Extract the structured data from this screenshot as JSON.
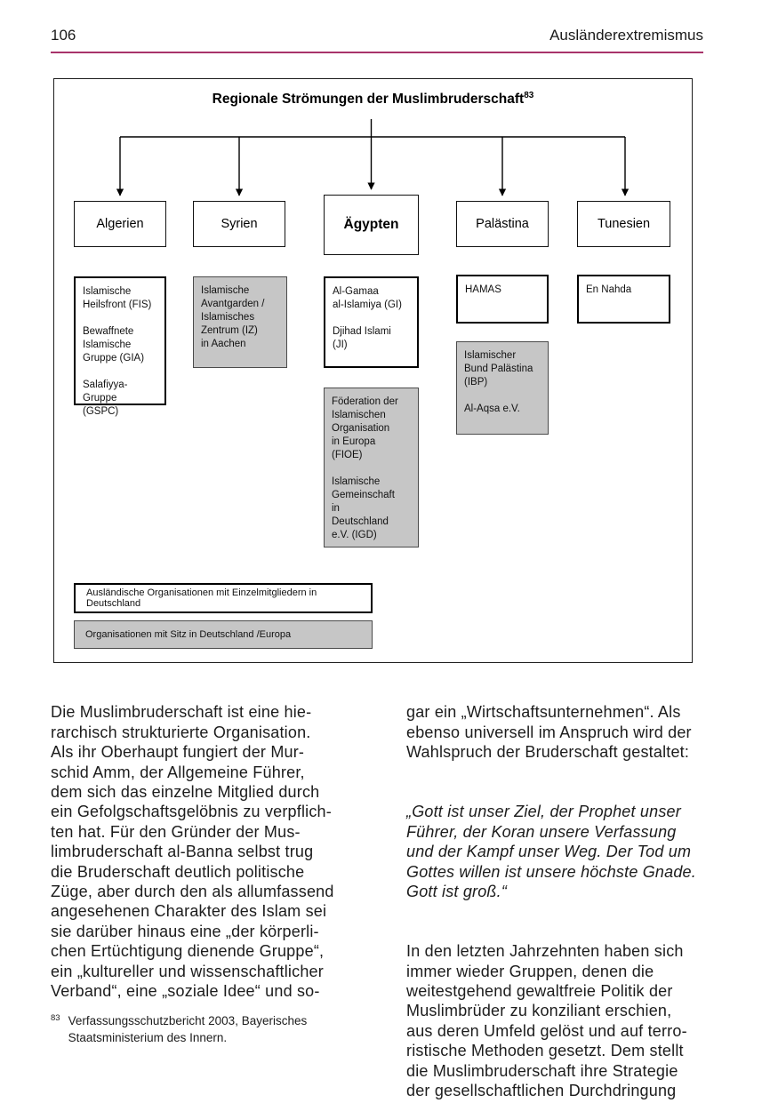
{
  "page": {
    "header": {
      "page_number": "106",
      "section_title": "Ausländerextremismus",
      "rule_color": "#a8336a"
    },
    "diagram": {
      "title": "Regionale Strömungen der Muslimbruderschaft",
      "title_footnote_ref": "83",
      "countries": [
        {
          "label": "Algerien"
        },
        {
          "label": "Syrien"
        },
        {
          "label": "Ägypten"
        },
        {
          "label": "Palästina"
        },
        {
          "label": "Tunesien"
        }
      ],
      "org_boxes": {
        "algerien_foreign": [
          "Islamische",
          "Heilsfront (FIS)",
          "",
          "Bewaffnete",
          "Islamische",
          "Gruppe (GIA)",
          "",
          "Salafiyya-",
          "Gruppe",
          "(GSPC)"
        ],
        "syrien_domestic": [
          "Islamische",
          "Avantgarden /",
          "Islamisches",
          "Zentrum (IZ)",
          "in Aachen"
        ],
        "aegypten_foreign": [
          "Al-Gamaa",
          "al-Islamiya (GI)",
          "",
          "Djihad Islami",
          "(JI)"
        ],
        "aegypten_domestic": [
          "Föderation der",
          "Islamischen",
          "Organisation",
          "in Europa",
          "(FIOE)",
          "",
          "Islamische",
          "Gemeinschaft",
          "in",
          "Deutschland",
          "e.V. (IGD)"
        ],
        "palaestina_foreign": [
          "HAMAS"
        ],
        "palaestina_domestic": [
          "Islamischer",
          "Bund Palästina",
          "(IBP)",
          "",
          "Al-Aqsa e.V."
        ],
        "tunesien_foreign": [
          "En Nahda"
        ]
      },
      "legend": {
        "foreign": "Ausländische Organisationen mit Einzelmitgliedern in Deutschland",
        "domestic": "Organisationen mit Sitz in Deutschland /Europa"
      },
      "colors": {
        "domestic_fill": "#c6c6c6",
        "foreign_fill": "#ffffff"
      }
    },
    "body": {
      "left_column": {
        "para1": [
          "Die Muslimbruderschaft ist eine hie-",
          "rarchisch strukturierte Organisation.",
          "Als ihr Oberhaupt fungiert der Mur-",
          "schid Amm, der Allgemeine Führer,",
          "dem sich das einzelne Mitglied durch",
          "ein Gefolgschaftsgelöbnis zu verpflich-",
          "ten hat. Für den Gründer der Mus-",
          "limbruderschaft al-Banna selbst trug",
          "die Bruderschaft deutlich politische",
          "Züge, aber durch den als allumfassend",
          "angesehenen Charakter des Islam sei",
          "sie darüber hinaus eine „der körperli-",
          "chen Ertüchtigung dienende Gruppe“,",
          "ein „kultureller und wissenschaftlicher",
          "Verband“, eine „soziale Idee“ und so-"
        ]
      },
      "right_column": {
        "para1": [
          "gar ein „Wirtschaftsunternehmen“. Als",
          "ebenso universell im Anspruch wird der",
          "Wahlspruch der Bruderschaft gestaltet:"
        ],
        "quote": [
          "„Gott ist unser Ziel, der Prophet unser",
          "Führer, der Koran unsere Verfassung",
          "und der Kampf unser Weg. Der Tod um",
          "Gottes willen ist unsere höchste Gnade.",
          "Gott ist groß.“"
        ],
        "para2": [
          "In den letzten Jahrzehnten haben sich",
          "immer wieder Gruppen, denen die",
          "weitestgehend gewaltfreie Politik der",
          "Muslimbrüder zu konziliant erschien,",
          "aus deren Umfeld gelöst und auf terro-",
          "ristische Methoden gesetzt. Dem stellt",
          "die Muslimbruderschaft ihre Strategie",
          "der gesellschaftlichen Durchdringung"
        ]
      }
    },
    "footnote": {
      "marker": "83",
      "lines": [
        "Verfassungsschutzbericht 2003, Bayerisches",
        "Staatsministerium des Innern."
      ]
    }
  }
}
